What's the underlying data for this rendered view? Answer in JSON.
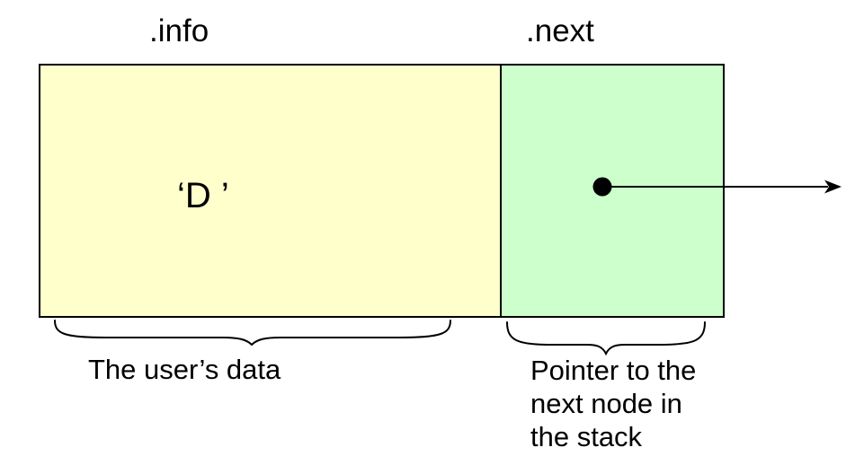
{
  "node": {
    "info": {
      "label": ".info",
      "value": "‘D ’",
      "caption": "The user’s data",
      "fill": "#FFFFCC"
    },
    "next": {
      "label": ".next",
      "caption_lines": [
        "Pointer to the",
        "next node in",
        "the stack"
      ],
      "fill": "#CCFFCC"
    },
    "colors": {
      "border": "#000000",
      "text": "#000000"
    }
  }
}
